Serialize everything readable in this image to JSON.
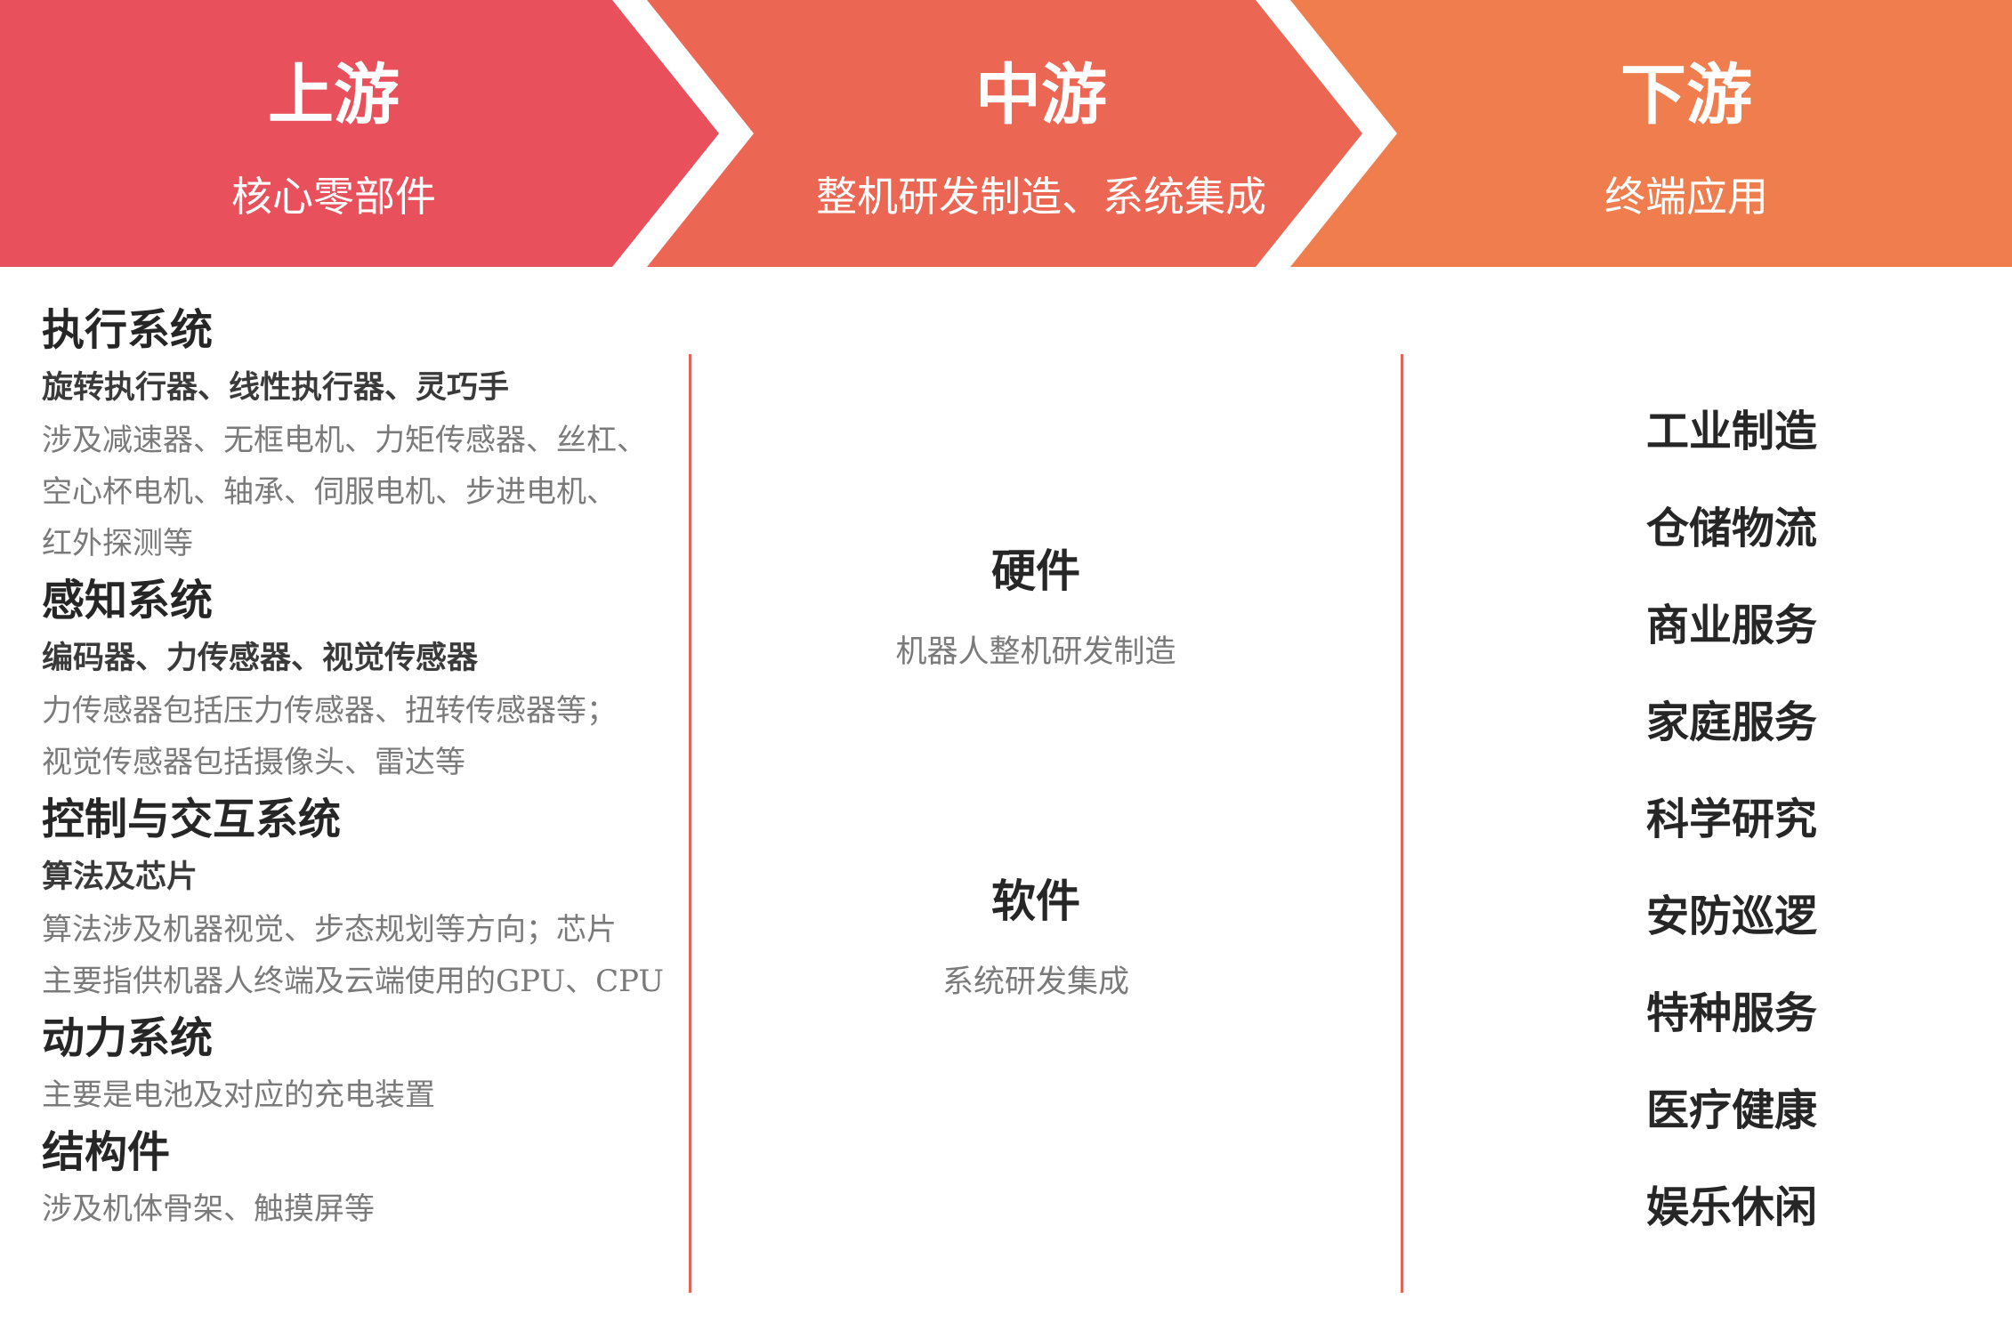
{
  "colors": {
    "upstream": "#e8505b",
    "midstream": "#ec6654",
    "downstream": "#ef7d4d",
    "divider": "#e0655a"
  },
  "stages": {
    "upstream": {
      "title": "上游",
      "subtitle": "核心零部件"
    },
    "midstream": {
      "title": "中游",
      "subtitle": "整机研发制造、系统集成"
    },
    "downstream": {
      "title": "下游",
      "subtitle": "终端应用"
    }
  },
  "upstream_sections": [
    {
      "title": "执行系统",
      "subtitle": "旋转执行器、线性执行器、灵巧手",
      "desc_lines": [
        "涉及减速器、无框电机、力矩传感器、丝杠、",
        "空心杯电机、轴承、伺服电机、步进电机、",
        "红外探测等"
      ]
    },
    {
      "title": "感知系统",
      "subtitle": "编码器、力传感器、视觉传感器",
      "desc_lines": [
        "力传感器包括压力传感器、扭转传感器等；",
        "视觉传感器包括摄像头、雷达等"
      ]
    },
    {
      "title": "控制与交互系统",
      "subtitle": "算法及芯片",
      "desc_lines": [
        "算法涉及机器视觉、步态规划等方向；芯片",
        "主要指供机器人终端及云端使用的GPU、CPU"
      ]
    },
    {
      "title": "动力系统",
      "desc_lines": [
        "主要是电池及对应的充电装置"
      ]
    },
    {
      "title": "结构件",
      "desc_lines": [
        "涉及机体骨架、触摸屏等"
      ]
    }
  ],
  "midstream_items": [
    {
      "title": "硬件",
      "desc": "机器人整机研发制造"
    },
    {
      "title": "软件",
      "desc": "系统研发集成"
    }
  ],
  "downstream_items": [
    "工业制造",
    "仓储物流",
    "商业服务",
    "家庭服务",
    "科学研究",
    "安防巡逻",
    "特种服务",
    "医疗健康",
    "娱乐休闲"
  ]
}
